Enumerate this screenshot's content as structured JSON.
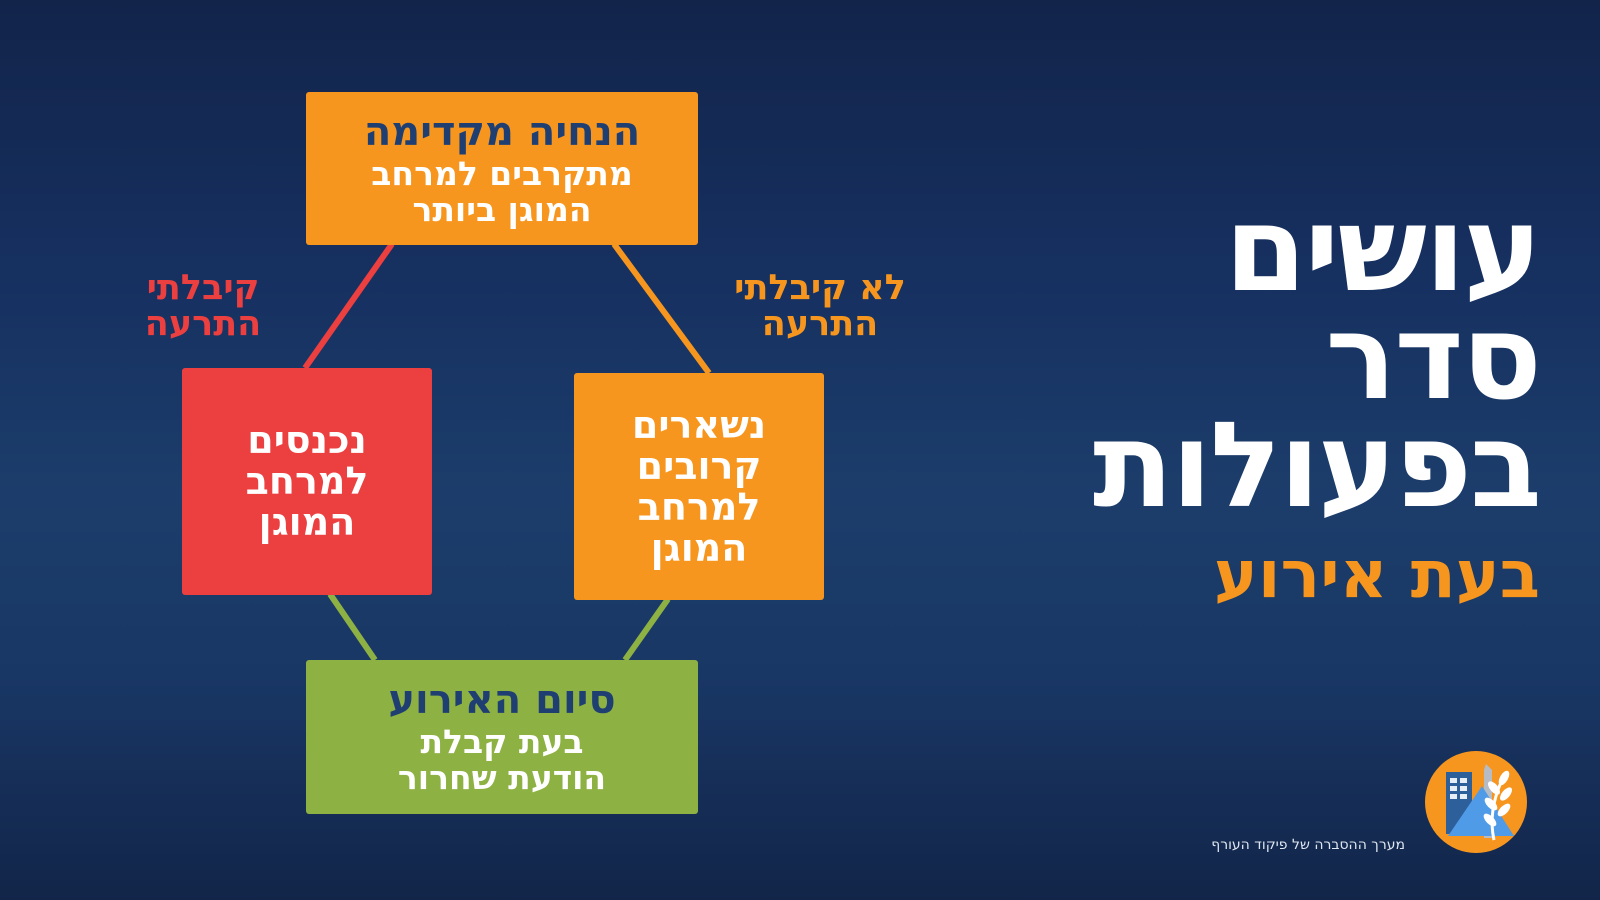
{
  "headline": {
    "title": "עושים\nסדר\nבפעולות",
    "subtitle": "בעת אירוע"
  },
  "diagram": {
    "top_box": {
      "title": "הנחיה מקדימה",
      "text": "מתקרבים למרחב\nהמוגן ביותר",
      "color": "#f6961f"
    },
    "left_box": {
      "text": "נכנסים\nלמרחב\nהמוגן",
      "color": "#ec3f40"
    },
    "right_box": {
      "text": "נשארים\nקרובים\nלמרחב\nהמוגן",
      "color": "#f6961f"
    },
    "bottom_box": {
      "title": "סיום האירוע",
      "text": "בעת קבלת\nהודעת שחרור",
      "color": "#8db143"
    },
    "labels": {
      "received_alert": "קיבלתי\nהתרעה",
      "not_received_alert": "לא קיבלתי\nהתרעה"
    },
    "connector_colors": {
      "received": "#ec3f40",
      "not_received": "#f6961f",
      "end": "#8db143"
    }
  },
  "footer": {
    "credit": "מערך ההסברה של פיקוד העורף",
    "logo_icon": "home-front-command-logo-icon"
  },
  "colors": {
    "background_top": "#12244a",
    "background_mid": "#1c3d6b",
    "accent_orange": "#f6961f",
    "accent_red": "#ec3f40",
    "accent_green": "#8db143",
    "title_blue": "#1f3f73",
    "text_white": "#ffffff"
  }
}
